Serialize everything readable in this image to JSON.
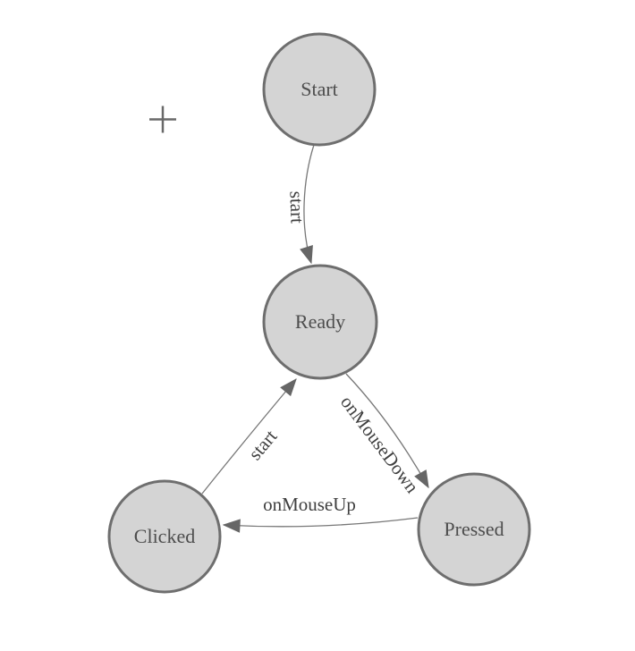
{
  "canvas": {
    "background": "#ffffff"
  },
  "colors": {
    "node_fill": "#d4d4d4",
    "node_stroke": "#6e6e6e",
    "edge_stroke": "#777777",
    "arrow_fill": "#666666",
    "node_label_color": "#4d4d4d",
    "edge_label_color": "#3f3f3f",
    "cursor_color": "#696969"
  },
  "diagram": {
    "type": "state-machine",
    "nodes": [
      {
        "id": "start",
        "label": "Start"
      },
      {
        "id": "ready",
        "label": "Ready"
      },
      {
        "id": "clicked",
        "label": "Clicked"
      },
      {
        "id": "pressed",
        "label": "Pressed"
      }
    ],
    "edges": [
      {
        "from": "Start",
        "to": "Ready",
        "label": "start"
      },
      {
        "from": "Ready",
        "to": "Pressed",
        "label": "onMouseDown"
      },
      {
        "from": "Pressed",
        "to": "Clicked",
        "label": "onMouseUp"
      },
      {
        "from": "Clicked",
        "to": "Ready",
        "label": "start"
      }
    ]
  },
  "cursor": {
    "type": "crosshair"
  }
}
